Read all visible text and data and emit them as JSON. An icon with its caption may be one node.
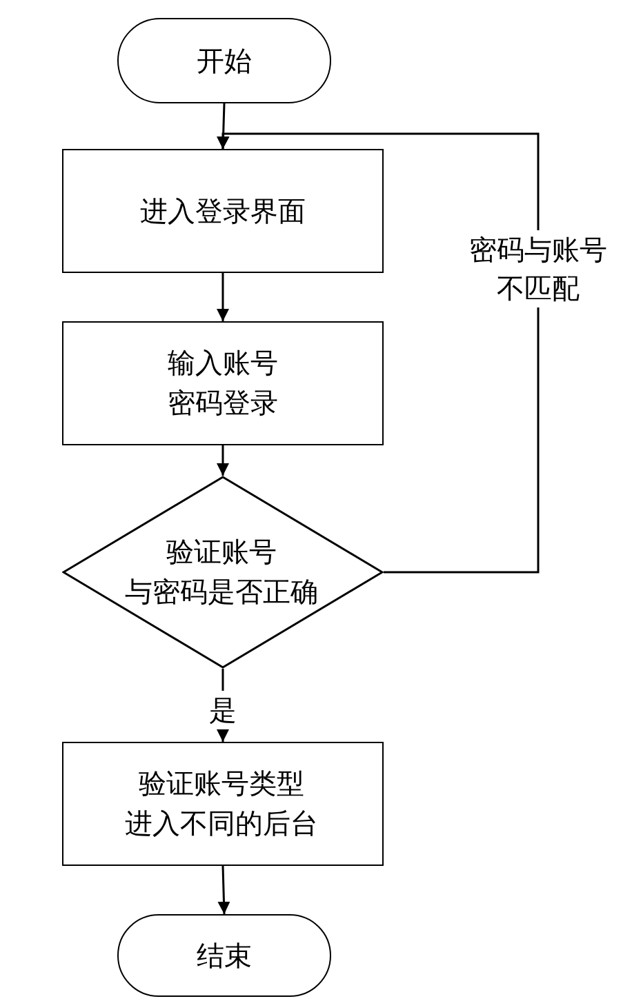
{
  "diagram": {
    "nodes": [
      {
        "text": [
          "开始"
        ]
      },
      {
        "text": [
          "进入登录界面"
        ]
      },
      {
        "text": [
          "输入账号密码登录"
        ]
      },
      {
        "text": [
          "验证账号与密码是否正确"
        ]
      },
      {
        "text": [
          "验证账号类型进入不同的后台"
        ]
      },
      {
        "text": [
          "结束"
        ]
      }
    ],
    "edges": [
      {
        "from": 0,
        "to": 1,
        "arrow": "to"
      },
      {
        "from": 1,
        "to": 2,
        "arrow": "to"
      },
      {
        "from": 2,
        "to": 3,
        "arrow": "to"
      },
      {
        "from": 3,
        "to": 4,
        "arrow": "to",
        "label": "是"
      },
      {
        "from": 4,
        "to": 5,
        "arrow": "to"
      },
      {
        "from": 3,
        "to": 1,
        "arrow": "to",
        "label": "密码与账号不匹配"
      }
    ]
  }
}
